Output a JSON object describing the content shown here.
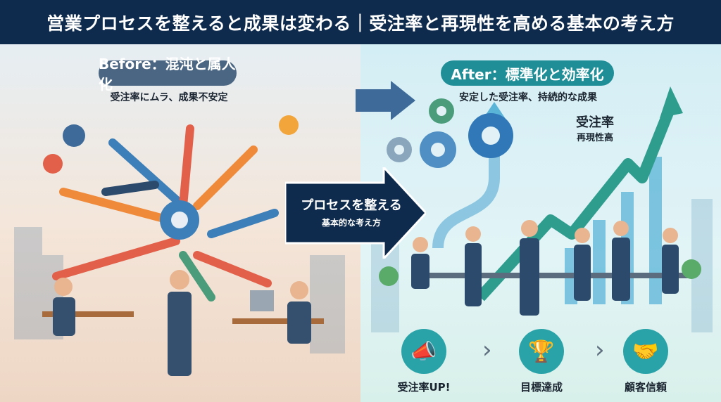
{
  "header": {
    "title": "営業プロセスを整えると成果は変わる｜受注率と再現性を高める基本の考え方"
  },
  "before": {
    "label": "Before：混沌と属人化",
    "subtitle": "受注率にムラ、成果不安定"
  },
  "after": {
    "label": "After：標準化と効率化",
    "subtitle": "安定した受注率、持続的な成果",
    "kpi_main": "受注率",
    "kpi_sub": "再現性高"
  },
  "center": {
    "title": "プロセスを整える",
    "subtitle": "基本的な考え方"
  },
  "outcomes": [
    {
      "icon": "megaphone-icon",
      "glyph": "📣",
      "label": "受注率UP!"
    },
    {
      "icon": "trophy-icon",
      "glyph": "🏆",
      "label": "目標達成"
    },
    {
      "icon": "handshake-icon",
      "glyph": "🤝",
      "label": "顧客信頼"
    }
  ],
  "colors": {
    "header": "#0e2a4c",
    "before_pill": "#4b6683",
    "after_pill": "#1f8e96",
    "arrow": "#0e2a4c"
  }
}
